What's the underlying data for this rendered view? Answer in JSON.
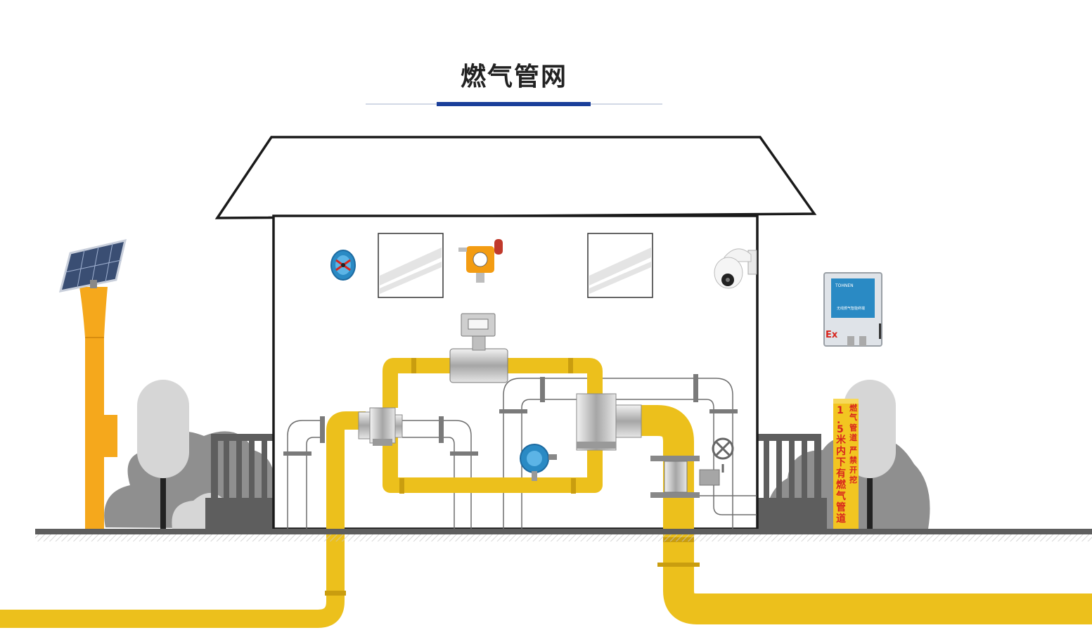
{
  "title": "燃气管网",
  "colors": {
    "pipe": "#ecc01c",
    "pipe_dark": "#c99d0f",
    "post": "#f5a81c",
    "house_line": "#1a1a1a",
    "accent_rule": "#1a3f9a",
    "tree_dark": "#8f8f8f",
    "tree_light": "#d6d6d6",
    "fence": "#5e5e5e",
    "marker_text": "#d8251d"
  },
  "marker": {
    "line_1": "1.5米内下有燃气管道",
    "line_2": "燃气管道 严禁开挖"
  },
  "devices": {
    "panel_header": "TOHNEN",
    "panel_caption": "无线燃气智能终端",
    "explosion_mark": "Ex"
  },
  "icons": [
    "solar-panel-icon",
    "fan-icon",
    "gas-detector-icon",
    "dome-camera-icon",
    "control-box-icon",
    "flow-meter-icon",
    "pressure-transmitter-icon",
    "valve-handwheel-icon"
  ]
}
